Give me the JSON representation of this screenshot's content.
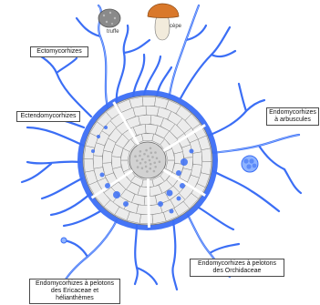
{
  "labels": {
    "ectomycorrhizes": "Ectomycorhizes",
    "ectendomycorrhizes": "Ectendomycorhizes",
    "endo_arbuscules": [
      "Endomycorhizes",
      "à arbuscules"
    ],
    "endo_orchid": [
      "Endomycorhizes à pelotons",
      "des Orchidaceae"
    ],
    "endo_ericaceae": [
      "Endomycorhizes à pelotons",
      "des Ericaceae et",
      "hélianthèmes"
    ]
  },
  "fungi": {
    "truffe": "truffe",
    "cepe": "cèpe"
  },
  "colors": {
    "hypha": "#3b6ef5",
    "hypha_light": "#8fb4ff",
    "cell_fill": "#e9e9e9",
    "cell_stroke": "#777777",
    "stele": "#cfcfcf",
    "cepe_cap": "#d9782b",
    "truffe": "#8a8a8a"
  }
}
